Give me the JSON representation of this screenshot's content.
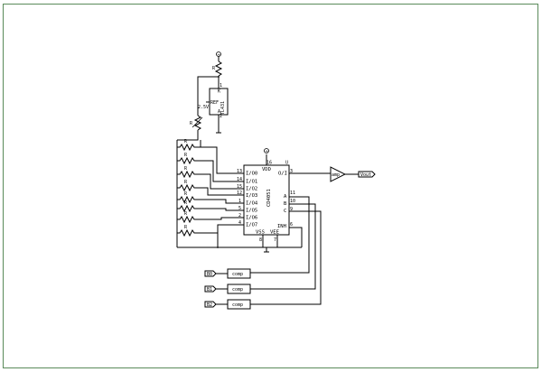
{
  "supply_symbol": "+",
  "tl431": {
    "name": "TL431",
    "pins": {
      "cathode": "K",
      "ref": "REF",
      "anode": "A"
    },
    "pin1": "1",
    "pin2": "2"
  },
  "resistors": {
    "top": "R",
    "trim": "R",
    "ladder": [
      "R",
      "R",
      "R",
      "R",
      "R",
      "R",
      "R",
      "R"
    ]
  },
  "trim_label": "2.5V",
  "mux": {
    "name": "CD4051",
    "vdd": "VDD",
    "vdd_pin": "16",
    "out": "O/I",
    "out_pin": "3",
    "vss": "VSS",
    "vee": "VEE",
    "vss_pin": "8",
    "vee_pin": "7",
    "inh": "INH",
    "inh_pin": "6",
    "inputs": [
      {
        "label": "I/O0",
        "pin": "13"
      },
      {
        "label": "I/O1",
        "pin": "14"
      },
      {
        "label": "I/O2",
        "pin": "15"
      },
      {
        "label": "I/O3",
        "pin": "12"
      },
      {
        "label": "I/O4",
        "pin": "1"
      },
      {
        "label": "I/O5",
        "pin": "5"
      },
      {
        "label": "I/O6",
        "pin": "2"
      },
      {
        "label": "I/O7",
        "pin": "4"
      }
    ],
    "selects": [
      {
        "label": "A",
        "pin": "11"
      },
      {
        "label": "B",
        "pin": "10"
      },
      {
        "label": "C",
        "pin": "9"
      }
    ],
    "u_label": "U"
  },
  "amp": {
    "label": "amp"
  },
  "output": {
    "label": "Vout"
  },
  "comps": [
    {
      "port": "B0",
      "label": "comp"
    },
    {
      "port": "B1",
      "label": "comp"
    },
    {
      "port": "B2",
      "label": "comp"
    }
  ]
}
